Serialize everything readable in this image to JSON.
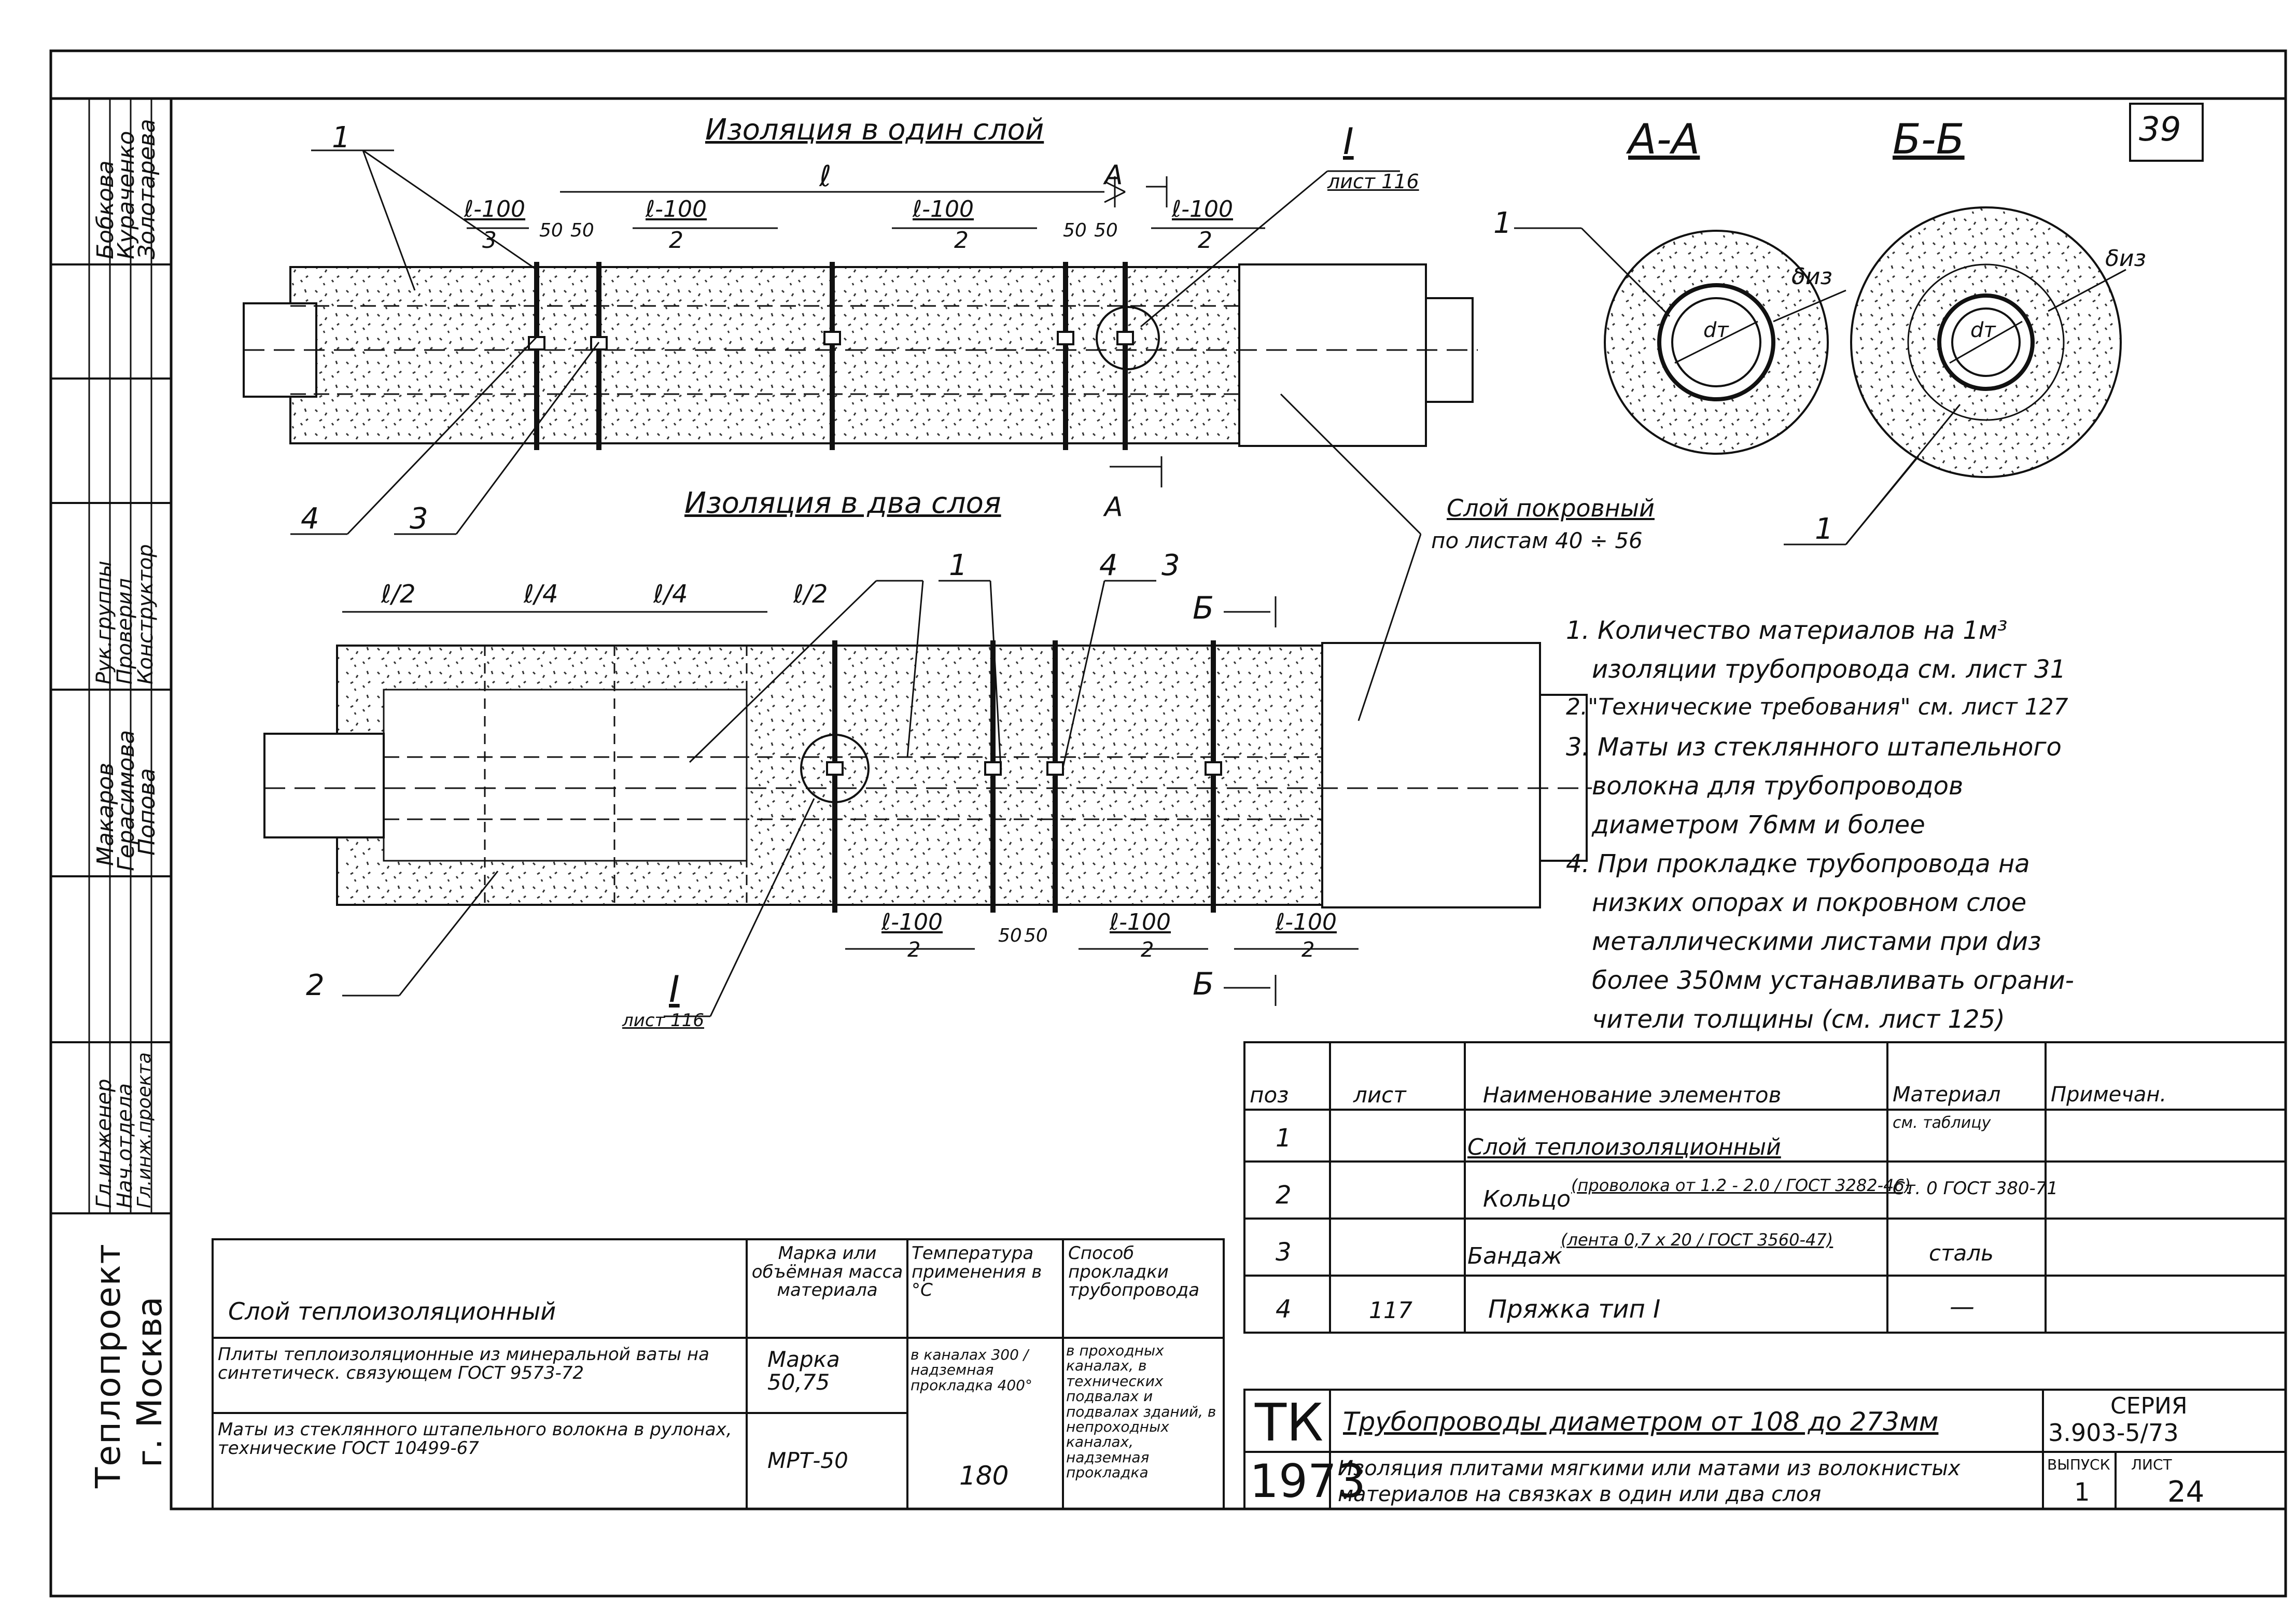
{
  "sheet": {
    "page_number": "39",
    "org_line1": "Теплопроект",
    "org_line2": "г. Москва"
  },
  "stamp": {
    "roles": [
      "Гл.инженер",
      "Нач.отдела",
      "Гл.инж.проекта",
      "Рук.группы",
      "Проверил",
      "Конструктор"
    ],
    "names": [
      "Макаров",
      "Герасимова",
      "Попова",
      "Бобкова",
      "Кураченко",
      "Золотарева"
    ]
  },
  "views": {
    "top_title": "Изоляция в один слой",
    "bottom_title": "Изоляция в два слоя",
    "section_aa": "А-А",
    "section_bb": "Б-Б",
    "cut_a": "А",
    "cut_b": "Б",
    "dim_l": "ℓ",
    "dim_l100": "ℓ-100",
    "den_2": "2",
    "den_3": "3",
    "dim_50": "50",
    "dim_l2": "ℓ/2",
    "dim_l4": "ℓ/4",
    "callout_I": "I",
    "callout_sheet": "лист 116",
    "d_label": "dт",
    "delta_label": "δиз",
    "cover_label_1": "Слой покровный",
    "cover_label_2": "по листам 40 ÷ 56",
    "pos_1": "1",
    "pos_2": "2",
    "pos_3": "3",
    "pos_4": "4"
  },
  "notes": [
    "1. Количество материалов на 1м³",
    "изоляции трубопровода см. лист 31",
    "2.\"Технические требования\" см. лист 127",
    "3. Маты из стеклянного штапельного",
    "волокна для трубопроводов",
    "диаметром 76мм и более",
    "4. При прокладке трубопровода на",
    "низких опорах и покровном слое",
    "металлическими листами при dиз",
    "более 350мм устанавливать ограни-",
    "чители толщины (см. лист 125)"
  ],
  "spec_table": {
    "headers": [
      "поз",
      "лист",
      "Наименование элементов",
      "Материал",
      "Примечан."
    ],
    "rows": [
      {
        "pos": "1",
        "sheet": "",
        "name": "Слой теплоизоляционный",
        "name2": "",
        "material": "см. таблицу",
        "note": ""
      },
      {
        "pos": "2",
        "sheet": "",
        "name": "Кольцо",
        "name2": "(проволока от 1.2 - 2.0 / ГОСТ 3282-46)",
        "material": "Ст. 0 ГОСТ 380-71",
        "note": ""
      },
      {
        "pos": "3",
        "sheet": "",
        "name": "Бандаж",
        "name2": "(лента 0,7 x 20 / ГОСТ 3560-47)",
        "material": "сталь",
        "note": ""
      },
      {
        "pos": "4",
        "sheet": "117",
        "name": "Пряжка тип I",
        "name2": "",
        "material": "—",
        "note": ""
      }
    ]
  },
  "layer_table": {
    "headers": [
      "Слой теплоизоляционный",
      "Марка или объёмная масса материала",
      "Температура применения в °С",
      "Способ прокладки трубопровода"
    ],
    "rows": [
      {
        "layer": "Плиты теплоизоляционные из минеральной ваты на синтетическ. связующем ГОСТ 9573-72",
        "mark": "Марка 50,75",
        "temp": "в каналах 300 / надземная прокладка 400°"
      },
      {
        "layer": "Маты из стеклянного штапельного волокна в рулонах, технические ГОСТ 10499-67",
        "mark": "МРТ-50",
        "temp": "180"
      }
    ],
    "method": "в проходных каналах, в технических подвалах и подвалах зданий, в непроходных каналах, надземная прокладка"
  },
  "title_block": {
    "code_top": "ТК",
    "code_bottom": "1973",
    "title": "Трубопроводы диаметром от 108 до 273мм",
    "subtitle_1": "Изоляция плитами мягкими или матами из волокнистых",
    "subtitle_2": "материалов на связках в один или два слоя",
    "series_label": "СЕРИЯ",
    "series_value": "3.903-5/73",
    "issue_label": "ВЫПУСК",
    "issue_value": "1",
    "sheet_label": "ЛИСТ",
    "sheet_value": "24"
  }
}
